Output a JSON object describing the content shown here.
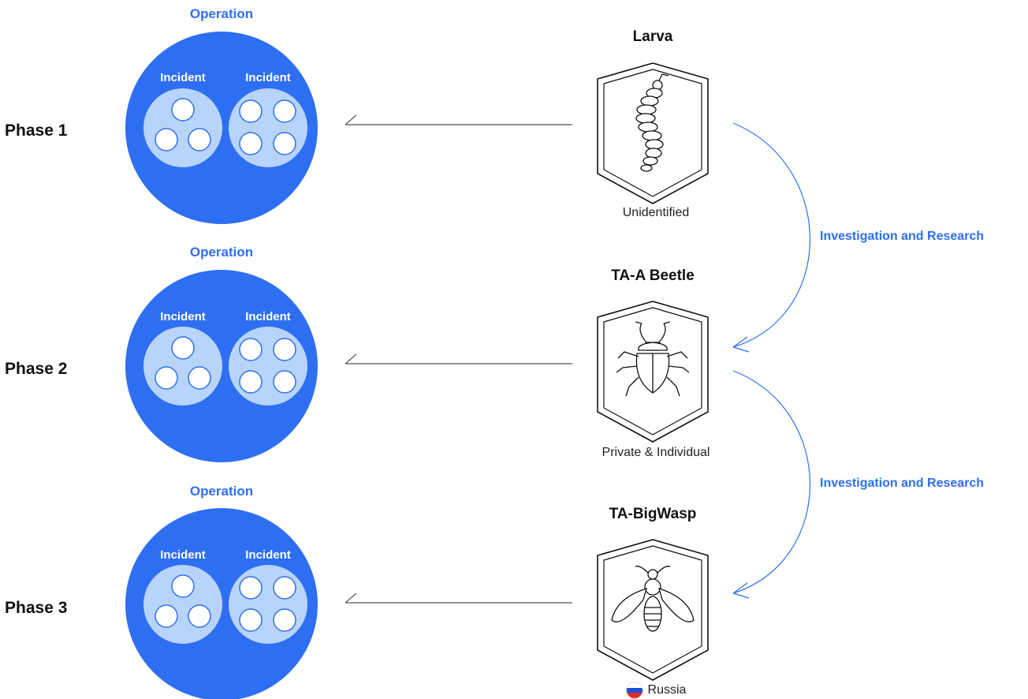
{
  "phases": [
    {
      "label": "Phase 1",
      "operation": "Operation",
      "incidents": [
        "Incident",
        "Incident"
      ]
    },
    {
      "label": "Phase 2",
      "operation": "Operation",
      "incidents": [
        "Incident",
        "Incident"
      ]
    },
    {
      "label": "Phase 3",
      "operation": "Operation",
      "incidents": [
        "Incident",
        "Incident"
      ]
    }
  ],
  "actors": [
    {
      "name": "Larva",
      "subtitle": "Unidentified",
      "icon": "larva-icon"
    },
    {
      "name": "TA-A Beetle",
      "subtitle": "Private & Individual",
      "icon": "beetle-icon"
    },
    {
      "name": "TA-BigWasp",
      "subtitle": "Russia",
      "icon": "wasp-icon",
      "flag": "russia-flag-icon"
    }
  ],
  "transitions": [
    {
      "label": "Investigation and Research"
    },
    {
      "label": "Investigation and Research"
    }
  ],
  "colors": {
    "accent": "#2e6ff2",
    "incident_bg": "#b8d4fa",
    "line": "#555555"
  }
}
